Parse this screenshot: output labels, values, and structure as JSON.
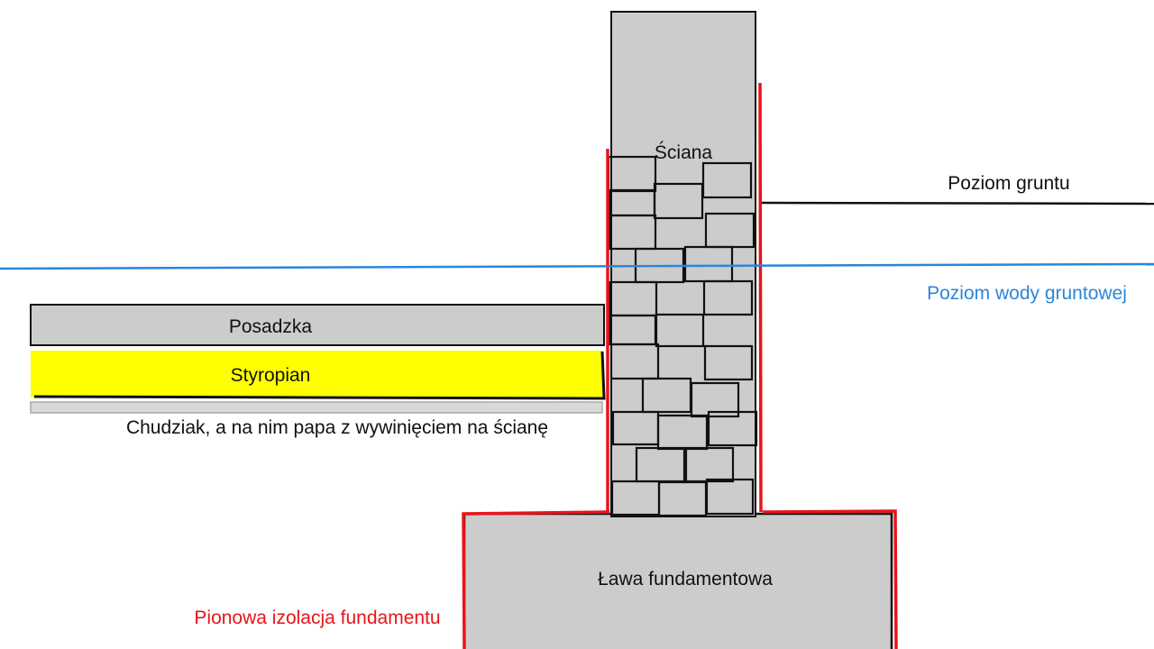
{
  "colors": {
    "concrete": "#cccccc",
    "outline": "#111111",
    "styrofoam": "#ffff00",
    "insulation": "#e8141b",
    "groundwater": "#2b86d9",
    "background": "#ffffff"
  },
  "labels": {
    "wall": "Ściana",
    "ground_level": "Poziom gruntu",
    "groundwater_level": "Poziom wody gruntowej",
    "floor": "Posadzka",
    "styrofoam": "Styropian",
    "subfloor": "Chudziak, a na nim papa z wywinięciem na ścianę",
    "footing": "Ława fundamentowa",
    "vertical_insulation": "Pionowa izolacja fundamentu"
  }
}
